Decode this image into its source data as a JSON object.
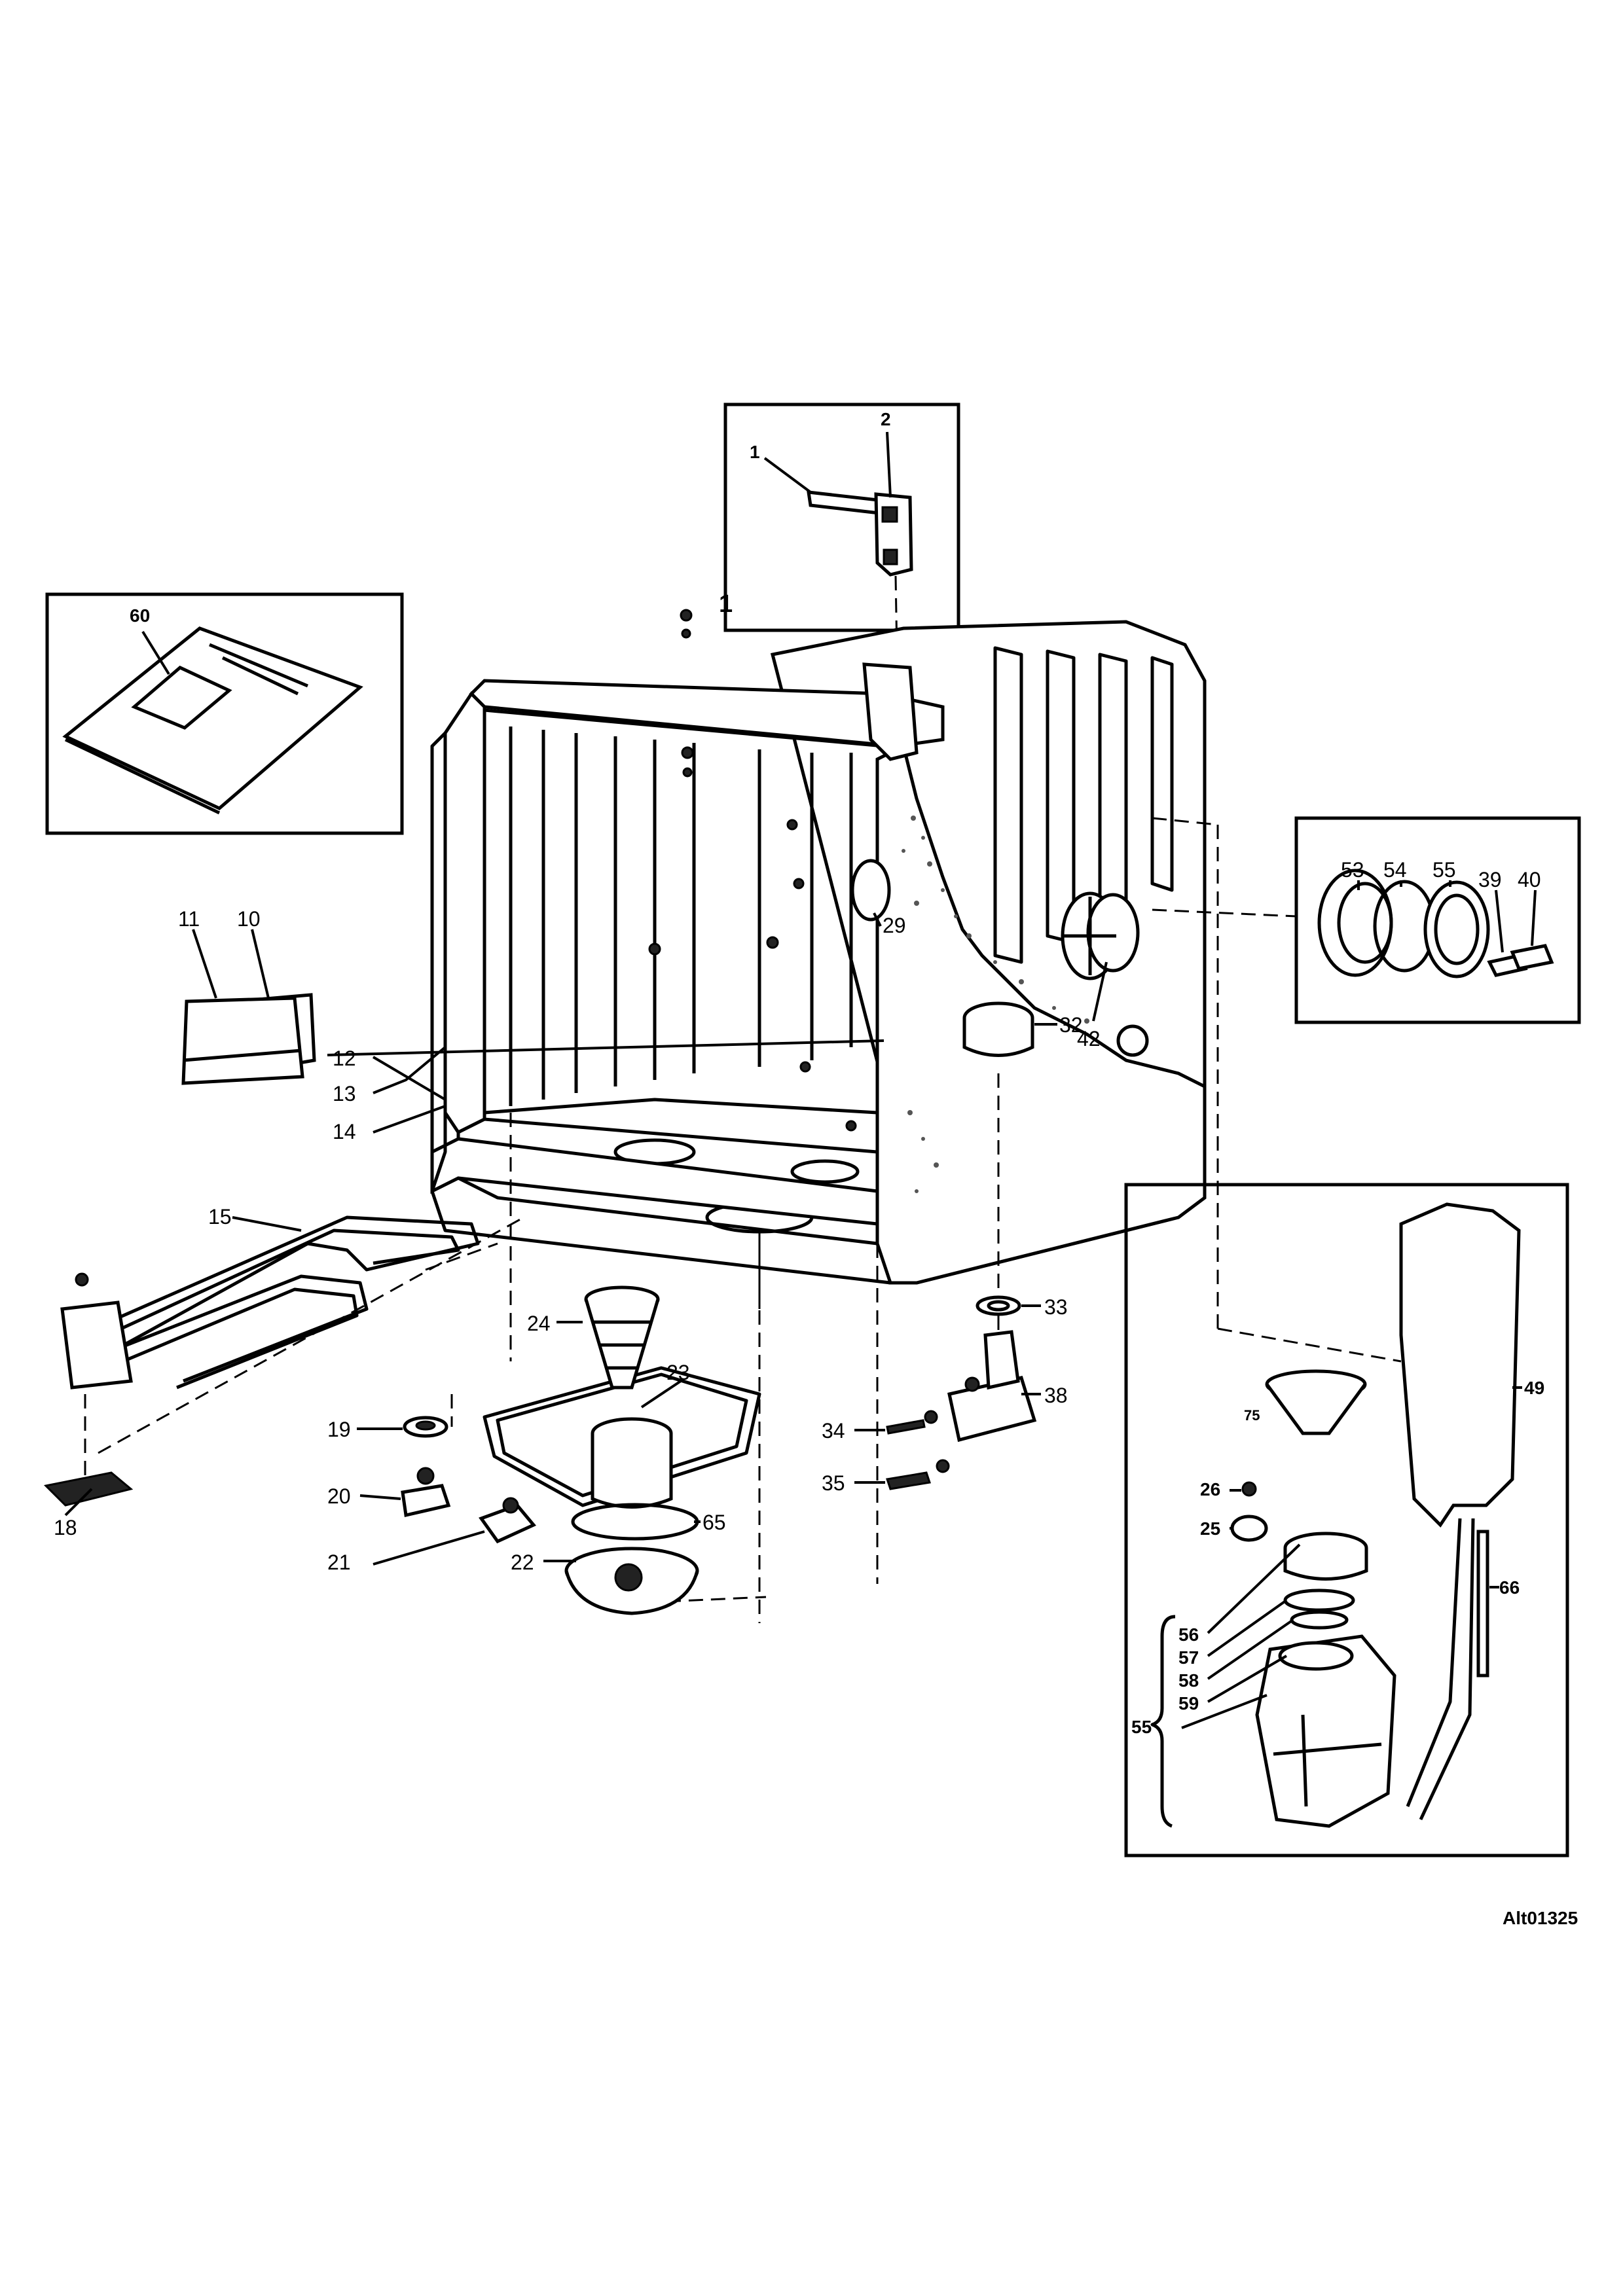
{
  "diagram": {
    "reference_code": "Alt01325",
    "callouts": [
      {
        "id": "c1a",
        "label": "1"
      },
      {
        "id": "c2",
        "label": "2"
      },
      {
        "id": "c1b",
        "label": "1"
      },
      {
        "id": "c60",
        "label": "60"
      },
      {
        "id": "c11",
        "label": "11"
      },
      {
        "id": "c10",
        "label": "10"
      },
      {
        "id": "c12",
        "label": "12"
      },
      {
        "id": "c13",
        "label": "13"
      },
      {
        "id": "c14",
        "label": "14"
      },
      {
        "id": "c15",
        "label": "15"
      },
      {
        "id": "c18",
        "label": "18"
      },
      {
        "id": "c19",
        "label": "19"
      },
      {
        "id": "c20",
        "label": "20"
      },
      {
        "id": "c21",
        "label": "21"
      },
      {
        "id": "c22",
        "label": "22"
      },
      {
        "id": "c23",
        "label": "23"
      },
      {
        "id": "c24",
        "label": "24"
      },
      {
        "id": "c65",
        "label": "65"
      },
      {
        "id": "c29",
        "label": "29"
      },
      {
        "id": "c32",
        "label": "32"
      },
      {
        "id": "c33",
        "label": "33"
      },
      {
        "id": "c34",
        "label": "34"
      },
      {
        "id": "c35",
        "label": "35"
      },
      {
        "id": "c38",
        "label": "38"
      },
      {
        "id": "c42",
        "label": "42"
      },
      {
        "id": "c53",
        "label": "53"
      },
      {
        "id": "c54",
        "label": "54"
      },
      {
        "id": "c55a",
        "label": "55"
      },
      {
        "id": "c39",
        "label": "39"
      },
      {
        "id": "c40",
        "label": "40"
      },
      {
        "id": "c49",
        "label": "49"
      },
      {
        "id": "c75",
        "label": "75"
      },
      {
        "id": "c26",
        "label": "26"
      },
      {
        "id": "c25",
        "label": "25"
      },
      {
        "id": "c66",
        "label": "66"
      },
      {
        "id": "c56",
        "label": "56"
      },
      {
        "id": "c57",
        "label": "57"
      },
      {
        "id": "c58",
        "label": "58"
      },
      {
        "id": "c59",
        "label": "59"
      },
      {
        "id": "c55b",
        "label": "55"
      }
    ]
  }
}
